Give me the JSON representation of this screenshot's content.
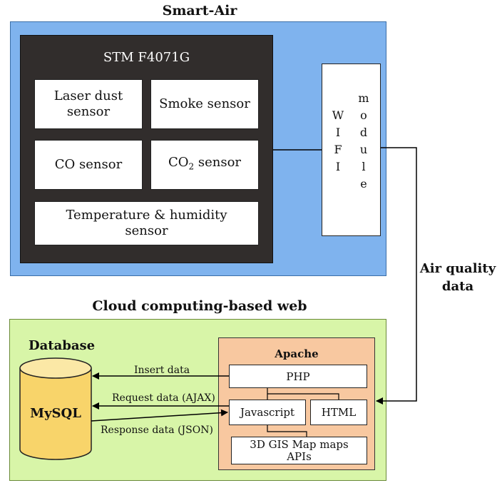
{
  "smart_air": {
    "title": "Smart-Air",
    "mcu": "STM F4071G",
    "sensors": {
      "laser_dust_1": "Laser dust",
      "laser_dust_2": "sensor",
      "smoke": "Smoke sensor",
      "co": "CO sensor",
      "co2_prefix": "CO",
      "co2_sub": "2",
      "co2_suffix": " sensor",
      "temp_1": "Temperature & humidity",
      "temp_2": "sensor"
    },
    "wifi_letters": [
      "W",
      "I",
      "F",
      "I"
    ],
    "module_letters": [
      "m",
      "o",
      "d",
      "u",
      "l",
      "e"
    ]
  },
  "link": {
    "label_1": "Air quality",
    "label_2": "data"
  },
  "cloud": {
    "title": "Cloud computing-based web server",
    "database_label": "Database",
    "db_name": "MySQL",
    "apache": "Apache",
    "php": "PHP",
    "javascript": "Javascript",
    "html": "HTML",
    "gis_1": "3D GIS Map maps",
    "gis_2": "APIs",
    "insert_data": "Insert data",
    "request_data": "Request data (AJAX)",
    "response_data": "Response data (JSON)"
  }
}
